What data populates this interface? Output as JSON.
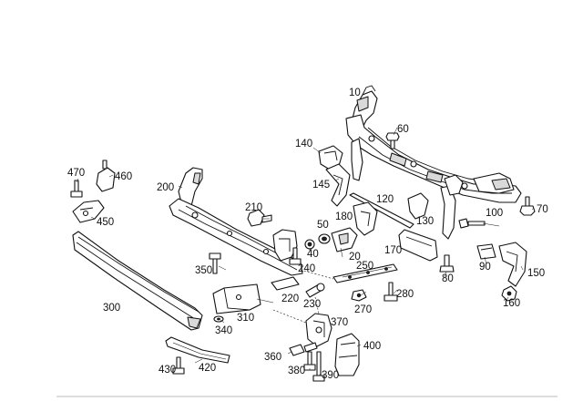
{
  "labels": [
    {
      "id": "10",
      "text": "10"
    },
    {
      "id": "20",
      "text": "20"
    },
    {
      "id": "40",
      "text": "40"
    },
    {
      "id": "50",
      "text": "50"
    },
    {
      "id": "60",
      "text": "60"
    },
    {
      "id": "70",
      "text": "70"
    },
    {
      "id": "80",
      "text": "80"
    },
    {
      "id": "90",
      "text": "90"
    },
    {
      "id": "100",
      "text": "100"
    },
    {
      "id": "120",
      "text": "120"
    },
    {
      "id": "130",
      "text": "130"
    },
    {
      "id": "140",
      "text": "140"
    },
    {
      "id": "145",
      "text": "145"
    },
    {
      "id": "150",
      "text": "150"
    },
    {
      "id": "160",
      "text": "160"
    },
    {
      "id": "170",
      "text": "170"
    },
    {
      "id": "180",
      "text": "180"
    },
    {
      "id": "200",
      "text": "200"
    },
    {
      "id": "210",
      "text": "210"
    },
    {
      "id": "220",
      "text": "220"
    },
    {
      "id": "230",
      "text": "230"
    },
    {
      "id": "240",
      "text": "240"
    },
    {
      "id": "250",
      "text": "250"
    },
    {
      "id": "270",
      "text": "270"
    },
    {
      "id": "280",
      "text": "280"
    },
    {
      "id": "300",
      "text": "300"
    },
    {
      "id": "310",
      "text": "310"
    },
    {
      "id": "340",
      "text": "340"
    },
    {
      "id": "350",
      "text": "350"
    },
    {
      "id": "360",
      "text": "360"
    },
    {
      "id": "370",
      "text": "370"
    },
    {
      "id": "380",
      "text": "380"
    },
    {
      "id": "390",
      "text": "390"
    },
    {
      "id": "400",
      "text": "400"
    },
    {
      "id": "420",
      "text": "420"
    },
    {
      "id": "430",
      "text": "430"
    },
    {
      "id": "450",
      "text": "450"
    },
    {
      "id": "460",
      "text": "460"
    },
    {
      "id": "470",
      "text": "470"
    }
  ],
  "colors": {
    "ink": "#111111",
    "background": "#ffffff",
    "shade": "#d9d9d9"
  }
}
